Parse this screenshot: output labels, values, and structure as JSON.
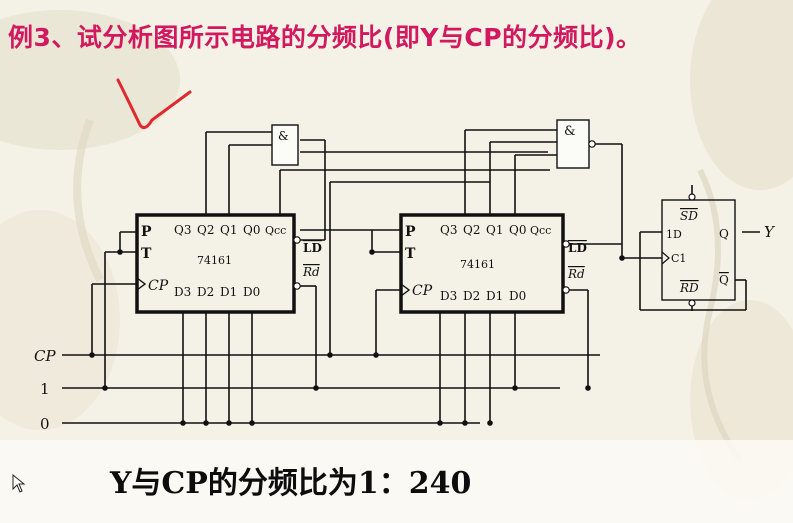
{
  "slide": {
    "title": "例3、试分析图所示电路的分频比(即Y与CP的分频比)。",
    "answer": "Y与CP的分频比为1：240"
  },
  "diagram": {
    "inputs": {
      "clock": "CP",
      "high": "1",
      "low": "0"
    },
    "gates": {
      "and_symbol": "&"
    },
    "counter": {
      "chip": "74161",
      "outputs": [
        "Q3",
        "Q2",
        "Q1",
        "Q0",
        "Qcc"
      ],
      "data_inputs": [
        "D3",
        "D2",
        "D1",
        "D0"
      ],
      "pin_p": "P",
      "pin_t": "T",
      "pin_cp": "CP",
      "pin_ld": "LD",
      "pin_rd": "Rd"
    },
    "flipflop": {
      "sd": "SD",
      "d": "1D",
      "c": "C1",
      "rd": "RD",
      "q": "Q",
      "qbar": "Q"
    },
    "output": "Y"
  },
  "colors": {
    "title": "#d2185e",
    "annotation": "#e0282e",
    "wire": "#111111"
  }
}
